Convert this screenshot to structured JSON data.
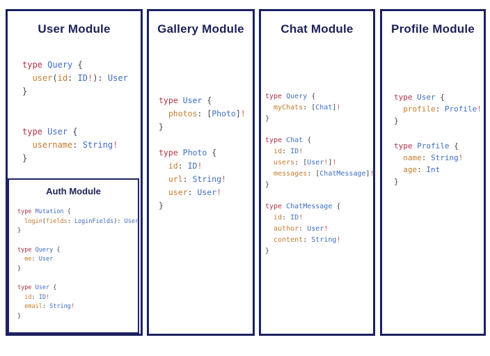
{
  "colors": {
    "navy-border": "#1d2260",
    "navy-title": "#1b2156",
    "keyword-red": "#ad3343",
    "typename-blue": "#3d6cc3",
    "field-orange": "#c57b2e",
    "punct-dark": "#3f4450",
    "bang-red": "#d74b4b"
  },
  "panels": [
    {
      "title": "User Module",
      "blocks": [
        [
          [
            [
              "kw",
              "type"
            ],
            [
              "pl",
              " "
            ],
            [
              "ty",
              "Query"
            ],
            [
              "pl",
              " {"
            ]
          ],
          [
            [
              "pl",
              "  "
            ],
            [
              "fd",
              "user"
            ],
            [
              "pl",
              "("
            ],
            [
              "fd",
              "id"
            ],
            [
              "pl",
              ": "
            ],
            [
              "ty",
              "ID"
            ],
            [
              "bg",
              "!"
            ],
            [
              "pl",
              "): "
            ],
            [
              "ty",
              "User"
            ]
          ],
          [
            [
              "pl",
              "}"
            ]
          ]
        ],
        [
          [
            [
              "kw",
              "type"
            ],
            [
              "pl",
              " "
            ],
            [
              "ty",
              "User"
            ],
            [
              "pl",
              " {"
            ]
          ],
          [
            [
              "pl",
              "  "
            ],
            [
              "fd",
              "username"
            ],
            [
              "pl",
              ": "
            ],
            [
              "ty",
              "String"
            ],
            [
              "bg",
              "!"
            ]
          ],
          [
            [
              "pl",
              "}"
            ]
          ]
        ]
      ],
      "sub_panel": {
        "title": "Auth Module",
        "blocks": [
          [
            [
              [
                "kw",
                "type"
              ],
              [
                "pl",
                " "
              ],
              [
                "ty",
                "Mutation"
              ],
              [
                "pl",
                " {"
              ]
            ],
            [
              [
                "pl",
                "  "
              ],
              [
                "fd",
                "login"
              ],
              [
                "pl",
                "("
              ],
              [
                "fd",
                "fields"
              ],
              [
                "pl",
                ": "
              ],
              [
                "ty",
                "LoginFields"
              ],
              [
                "pl",
                "): "
              ],
              [
                "ty",
                "User"
              ]
            ],
            [
              [
                "pl",
                "}"
              ]
            ]
          ],
          [
            [
              [
                "kw",
                "type"
              ],
              [
                "pl",
                " "
              ],
              [
                "ty",
                "Query"
              ],
              [
                "pl",
                " {"
              ]
            ],
            [
              [
                "pl",
                "  "
              ],
              [
                "fd",
                "me"
              ],
              [
                "pl",
                ": "
              ],
              [
                "ty",
                "User"
              ]
            ],
            [
              [
                "pl",
                "}"
              ]
            ]
          ],
          [
            [
              [
                "kw",
                "type"
              ],
              [
                "pl",
                " "
              ],
              [
                "ty",
                "User"
              ],
              [
                "pl",
                " {"
              ]
            ],
            [
              [
                "pl",
                "  "
              ],
              [
                "fd",
                "id"
              ],
              [
                "pl",
                ": "
              ],
              [
                "ty",
                "ID"
              ],
              [
                "bg",
                "!"
              ]
            ],
            [
              [
                "pl",
                "  "
              ],
              [
                "fd",
                "email"
              ],
              [
                "pl",
                ": "
              ],
              [
                "ty",
                "String"
              ],
              [
                "bg",
                "!"
              ]
            ],
            [
              [
                "pl",
                "}"
              ]
            ]
          ]
        ]
      }
    },
    {
      "title": "Gallery Module",
      "blocks": [
        [
          [
            [
              "kw",
              "type"
            ],
            [
              "pl",
              " "
            ],
            [
              "ty",
              "User"
            ],
            [
              "pl",
              " {"
            ]
          ],
          [
            [
              "pl",
              "  "
            ],
            [
              "fd",
              "photos"
            ],
            [
              "pl",
              ": ["
            ],
            [
              "ty",
              "Photo"
            ],
            [
              "pl",
              "]"
            ],
            [
              "bg",
              "!"
            ]
          ],
          [
            [
              "pl",
              "}"
            ]
          ]
        ],
        [
          [
            [
              "kw",
              "type"
            ],
            [
              "pl",
              " "
            ],
            [
              "ty",
              "Photo"
            ],
            [
              "pl",
              " {"
            ]
          ],
          [
            [
              "pl",
              "  "
            ],
            [
              "fd",
              "id"
            ],
            [
              "pl",
              ": "
            ],
            [
              "ty",
              "ID"
            ],
            [
              "bg",
              "!"
            ]
          ],
          [
            [
              "pl",
              "  "
            ],
            [
              "fd",
              "url"
            ],
            [
              "pl",
              ": "
            ],
            [
              "ty",
              "String"
            ],
            [
              "bg",
              "!"
            ]
          ],
          [
            [
              "pl",
              "  "
            ],
            [
              "fd",
              "user"
            ],
            [
              "pl",
              ": "
            ],
            [
              "ty",
              "User"
            ],
            [
              "bg",
              "!"
            ]
          ],
          [
            [
              "pl",
              "}"
            ]
          ]
        ]
      ]
    },
    {
      "title": "Chat Module",
      "blocks": [
        [
          [
            [
              "kw",
              "type"
            ],
            [
              "pl",
              " "
            ],
            [
              "ty",
              "Query"
            ],
            [
              "pl",
              " {"
            ]
          ],
          [
            [
              "pl",
              "  "
            ],
            [
              "fd",
              "myChats"
            ],
            [
              "pl",
              ": ["
            ],
            [
              "ty",
              "Chat"
            ],
            [
              "pl",
              "]"
            ],
            [
              "bg",
              "!"
            ]
          ],
          [
            [
              "pl",
              "}"
            ]
          ]
        ],
        [
          [
            [
              "kw",
              "type"
            ],
            [
              "pl",
              " "
            ],
            [
              "ty",
              "Chat"
            ],
            [
              "pl",
              " {"
            ]
          ],
          [
            [
              "pl",
              "  "
            ],
            [
              "fd",
              "id"
            ],
            [
              "pl",
              ": "
            ],
            [
              "ty",
              "ID"
            ],
            [
              "bg",
              "!"
            ]
          ],
          [
            [
              "pl",
              "  "
            ],
            [
              "fd",
              "users"
            ],
            [
              "pl",
              ": ["
            ],
            [
              "ty",
              "User"
            ],
            [
              "bg",
              "!"
            ],
            [
              "pl",
              "]"
            ],
            [
              "bg",
              "!"
            ]
          ],
          [
            [
              "pl",
              "  "
            ],
            [
              "fd",
              "messages"
            ],
            [
              "pl",
              ": ["
            ],
            [
              "ty",
              "ChatMessage"
            ],
            [
              "pl",
              "]"
            ],
            [
              "bg",
              "!"
            ]
          ],
          [
            [
              "pl",
              "}"
            ]
          ]
        ],
        [
          [
            [
              "kw",
              "type"
            ],
            [
              "pl",
              " "
            ],
            [
              "ty",
              "ChatMessage"
            ],
            [
              "pl",
              " {"
            ]
          ],
          [
            [
              "pl",
              "  "
            ],
            [
              "fd",
              "id"
            ],
            [
              "pl",
              ": "
            ],
            [
              "ty",
              "ID"
            ],
            [
              "bg",
              "!"
            ]
          ],
          [
            [
              "pl",
              "  "
            ],
            [
              "fd",
              "author"
            ],
            [
              "pl",
              ": "
            ],
            [
              "ty",
              "User"
            ],
            [
              "bg",
              "!"
            ]
          ],
          [
            [
              "pl",
              "  "
            ],
            [
              "fd",
              "content"
            ],
            [
              "pl",
              ": "
            ],
            [
              "ty",
              "String"
            ],
            [
              "bg",
              "!"
            ]
          ],
          [
            [
              "pl",
              "}"
            ]
          ]
        ]
      ]
    },
    {
      "title": "Profile Module",
      "blocks": [
        [
          [
            [
              "kw",
              "type"
            ],
            [
              "pl",
              " "
            ],
            [
              "ty",
              "User"
            ],
            [
              "pl",
              " {"
            ]
          ],
          [
            [
              "pl",
              "  "
            ],
            [
              "fd",
              "profile"
            ],
            [
              "pl",
              ": "
            ],
            [
              "ty",
              "Profile"
            ],
            [
              "bg",
              "!"
            ]
          ],
          [
            [
              "pl",
              "}"
            ]
          ]
        ],
        [
          [
            [
              "kw",
              "type"
            ],
            [
              "pl",
              " "
            ],
            [
              "ty",
              "Profile"
            ],
            [
              "pl",
              " {"
            ]
          ],
          [
            [
              "pl",
              "  "
            ],
            [
              "fd",
              "name"
            ],
            [
              "pl",
              ": "
            ],
            [
              "ty",
              "String"
            ],
            [
              "bg",
              "!"
            ]
          ],
          [
            [
              "pl",
              "  "
            ],
            [
              "fd",
              "age"
            ],
            [
              "pl",
              ": "
            ],
            [
              "ty",
              "Int"
            ]
          ],
          [
            [
              "pl",
              "}"
            ]
          ]
        ]
      ]
    }
  ]
}
